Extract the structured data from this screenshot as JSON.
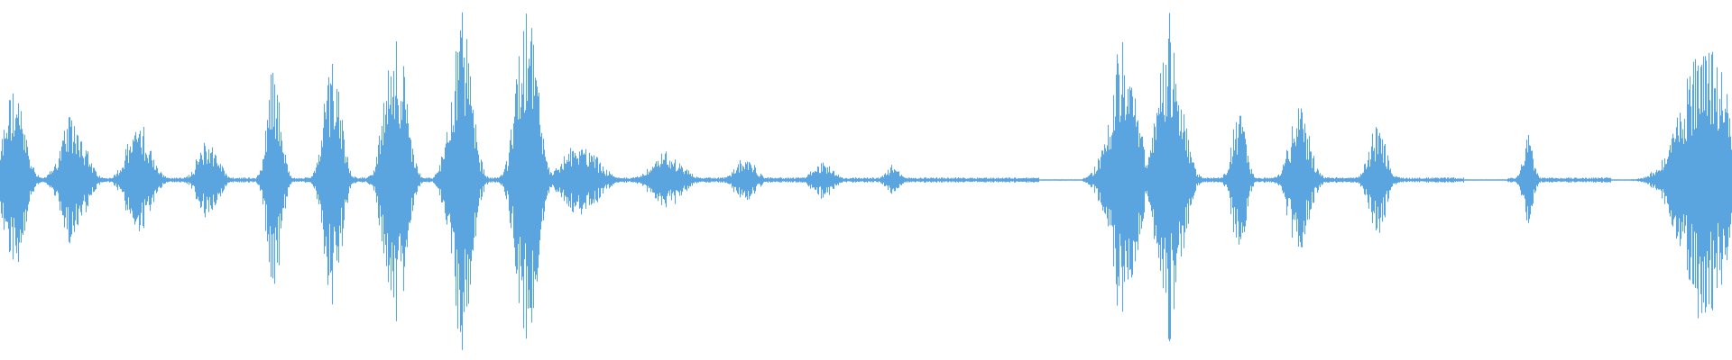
{
  "waveform": {
    "color": "#5aa5e0",
    "background": "#ffffff",
    "amplitude_scale": 1.0,
    "segments": [
      {
        "center": 0.008,
        "width": 0.012,
        "peak": 0.5
      },
      {
        "center": 0.042,
        "width": 0.014,
        "peak": 0.35
      },
      {
        "center": 0.08,
        "width": 0.014,
        "peak": 0.3
      },
      {
        "center": 0.12,
        "width": 0.012,
        "peak": 0.22
      },
      {
        "center": 0.158,
        "width": 0.008,
        "peak": 0.65
      },
      {
        "center": 0.192,
        "width": 0.01,
        "peak": 0.7
      },
      {
        "center": 0.228,
        "width": 0.012,
        "peak": 0.85
      },
      {
        "center": 0.266,
        "width": 0.012,
        "peak": 0.9
      },
      {
        "center": 0.304,
        "width": 0.012,
        "peak": 0.95
      },
      {
        "center": 0.335,
        "width": 0.02,
        "peak": 0.2
      },
      {
        "center": 0.385,
        "width": 0.018,
        "peak": 0.15
      },
      {
        "center": 0.43,
        "width": 0.012,
        "peak": 0.12
      },
      {
        "center": 0.475,
        "width": 0.012,
        "peak": 0.1
      },
      {
        "center": 0.515,
        "width": 0.008,
        "peak": 0.08
      },
      {
        "center": 0.648,
        "width": 0.016,
        "peak": 0.7
      },
      {
        "center": 0.675,
        "width": 0.014,
        "peak": 0.85
      },
      {
        "center": 0.715,
        "width": 0.008,
        "peak": 0.4
      },
      {
        "center": 0.75,
        "width": 0.012,
        "peak": 0.4
      },
      {
        "center": 0.795,
        "width": 0.01,
        "peak": 0.3
      },
      {
        "center": 0.882,
        "width": 0.006,
        "peak": 0.25
      },
      {
        "center": 0.985,
        "width": 0.028,
        "peak": 0.75
      }
    ],
    "noise_floor": 0.012,
    "silent_ranges": [
      [
        0.6,
        0.625
      ],
      [
        0.845,
        0.87
      ],
      [
        0.93,
        0.95
      ]
    ]
  }
}
